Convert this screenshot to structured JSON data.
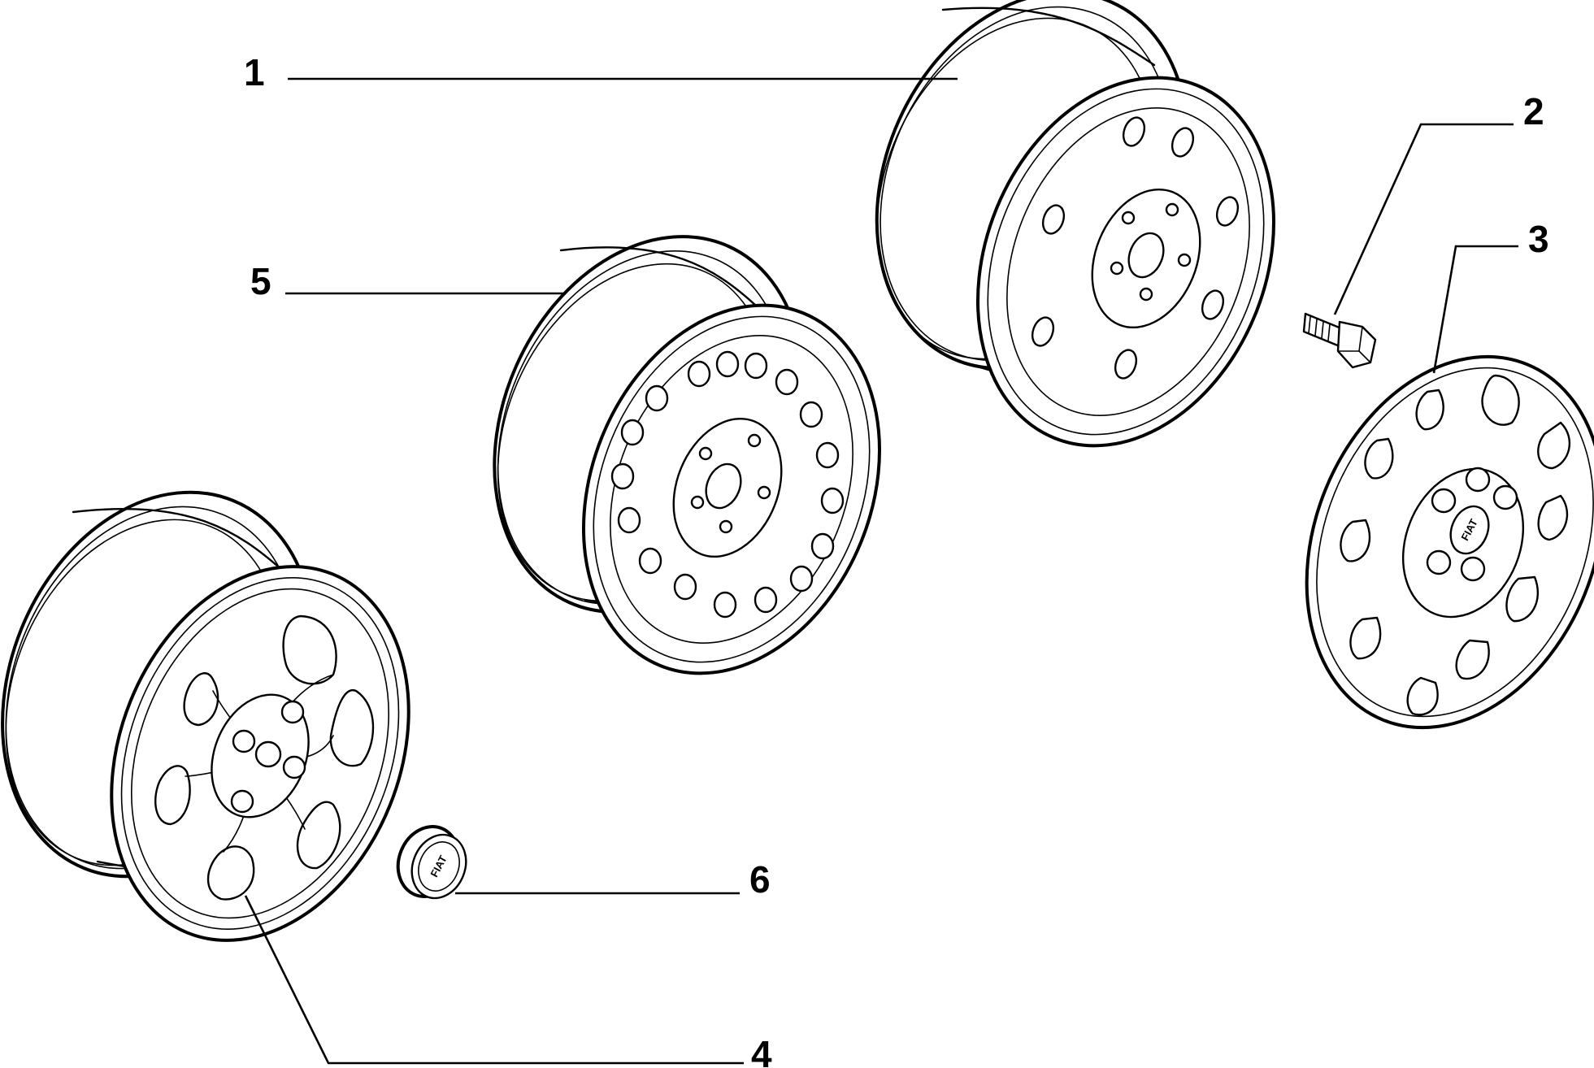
{
  "callouts": [
    {
      "id": "1",
      "label": "1",
      "part": "steel-wheel-rim-rear"
    },
    {
      "id": "2",
      "label": "2",
      "part": "wheel-bolt"
    },
    {
      "id": "3",
      "label": "3",
      "part": "hub-cap-cover"
    },
    {
      "id": "4",
      "label": "4",
      "part": "alloy-wheel-rim"
    },
    {
      "id": "5",
      "label": "5",
      "part": "steel-wheel-rim-front"
    },
    {
      "id": "6",
      "label": "6",
      "part": "center-cap"
    }
  ],
  "logos": {
    "hubcap": "FIAT",
    "center_cap": "FIAT"
  },
  "colors": {
    "line": "#000000",
    "background": "#ffffff"
  }
}
